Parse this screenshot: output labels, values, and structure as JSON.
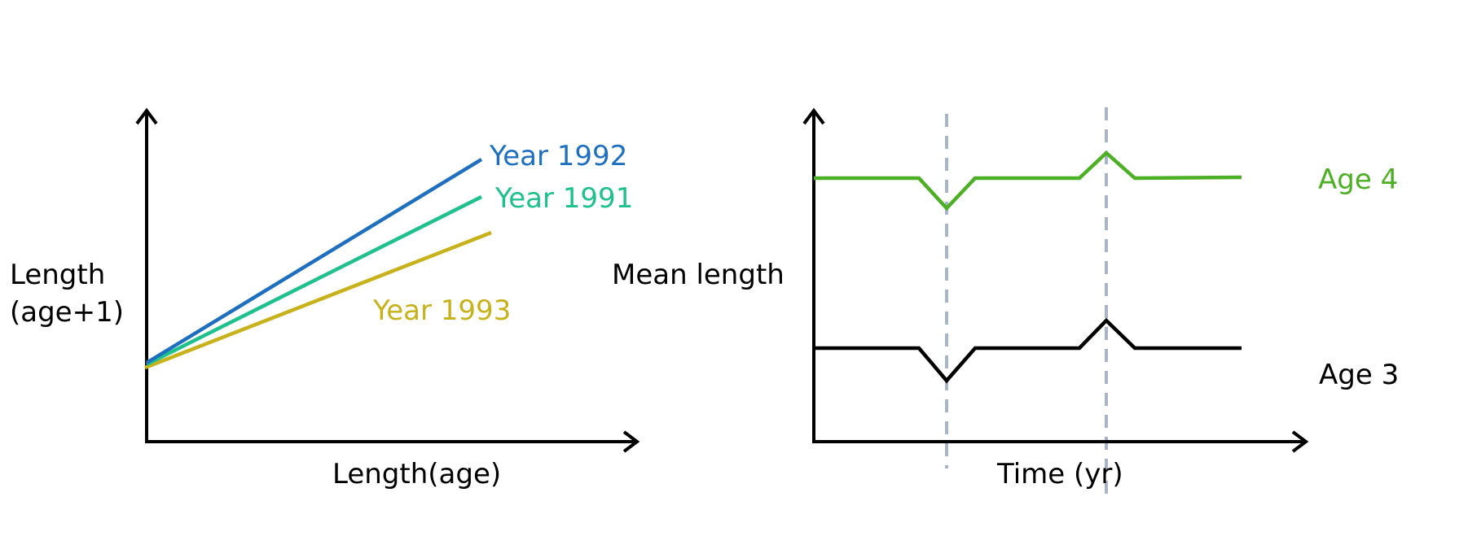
{
  "left_panel": {
    "y_label_lines": [
      "Length",
      "(age+1)"
    ],
    "x_label": "Length(age)",
    "series": [
      {
        "name": "Year 1992",
        "color": "#1f6fc0"
      },
      {
        "name": "Year 1991",
        "color": "#1ec08c"
      },
      {
        "name": "Year 1993",
        "color": "#c8b21c"
      }
    ]
  },
  "right_panel": {
    "y_label": "Mean length",
    "x_label": "Time (yr)",
    "guide_color": "#a9b4c6",
    "series": [
      {
        "name": "Age 4",
        "color": "#4caf24"
      },
      {
        "name": "Age 3",
        "color": "#000000"
      }
    ]
  }
}
